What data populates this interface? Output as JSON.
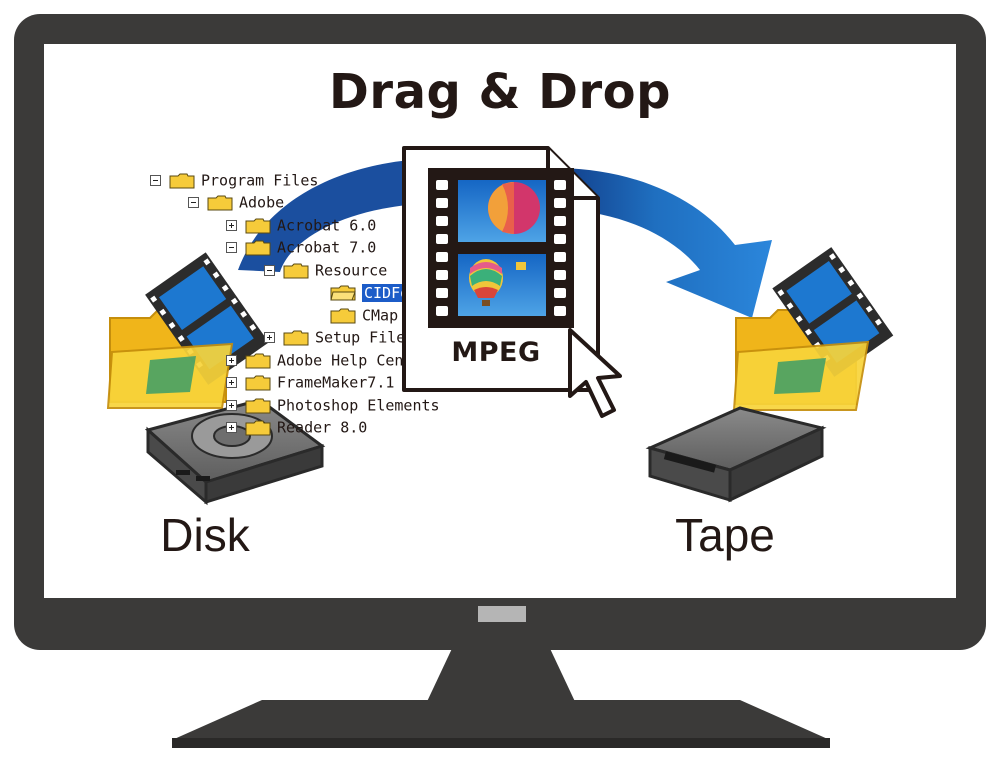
{
  "title": "Drag & Drop",
  "disk_label": "Disk",
  "tape_label": "Tape",
  "file_label": "MPEG",
  "tree": [
    {
      "label": "Program Files",
      "toggle": "minus"
    },
    {
      "label": "Adobe",
      "toggle": "minus"
    },
    {
      "label": "Acrobat 6.0",
      "toggle": "plus"
    },
    {
      "label": "Acrobat 7.0",
      "toggle": "minus"
    },
    {
      "label": "Resource",
      "toggle": "minus"
    },
    {
      "label": "CIDFont",
      "toggle": "",
      "selected": true
    },
    {
      "label": "CMap",
      "toggle": ""
    },
    {
      "label": "Setup Files",
      "toggle": "plus"
    },
    {
      "label": "Adobe Help Center",
      "toggle": "plus"
    },
    {
      "label": "FrameMaker7.1",
      "toggle": "plus"
    },
    {
      "label": "Photoshop Elements",
      "toggle": "plus"
    },
    {
      "label": "Reader 8.0",
      "toggle": "plus"
    }
  ],
  "colors": {
    "monitor": "#3b3a39",
    "arrow": "#1f6fc0",
    "folder": "#f6c823",
    "film_blue": "#1d78d0"
  }
}
